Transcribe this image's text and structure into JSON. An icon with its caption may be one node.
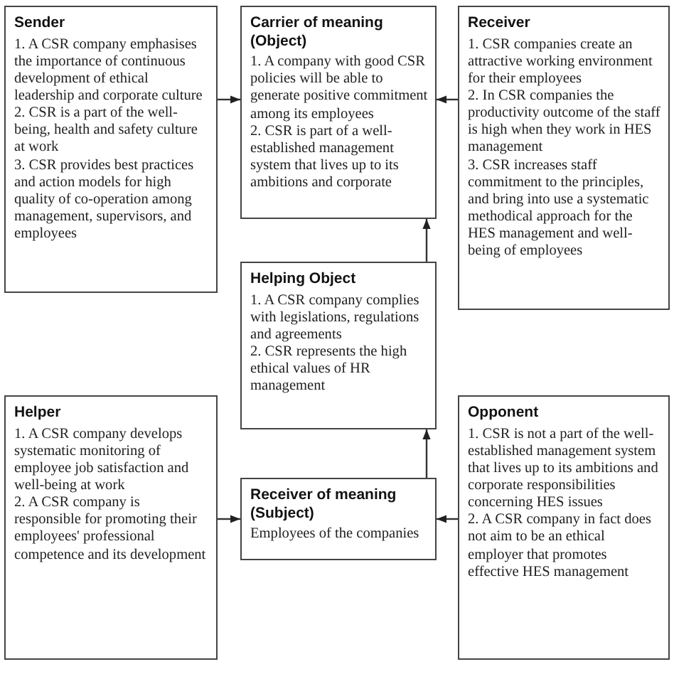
{
  "diagram": {
    "nodes": [
      {
        "text": [
          "Sender",
          "1. A CSR company emphasises the importance of continuous development of ethical leadership and corporate culture",
          "2. CSR is a part of the well-being, health and safety culture at work",
          "3. CSR provides best practices and action models for high quality of co-operation among management, supervisors, and employees"
        ]
      },
      {
        "text": [
          "Carrier of meaning (Object)",
          "1. A company with good CSR policies will be able to generate positive commitment among its employees",
          "2. CSR is part of a well-established management system that lives up to its ambitions and corporate"
        ]
      },
      {
        "text": [
          "Receiver",
          "1. CSR companies create an attractive working environment for their employees",
          "2. In CSR companies the productivity outcome of the staff is high when they work in HES management",
          "3. CSR increases staff commitment to the principles, and bring into use a systematic methodical approach for the HES management and well-being of employees"
        ]
      },
      {
        "text": [
          "Helping Object",
          "1. A CSR company complies with legislations, regulations and agreements",
          "2. CSR represents the high ethical values of HR management"
        ]
      },
      {
        "text": [
          "Helper",
          "1. A CSR company develops systematic monitoring of employee job satisfaction and well-being at work",
          "2. A CSR company is responsible for promoting their employees' professional competence and its development"
        ]
      },
      {
        "text": [
          "Receiver of meaning (Subject)",
          "Employees of the companies"
        ]
      },
      {
        "text": [
          "Opponent",
          "1. CSR is not a part of the well-established management system that lives up to its ambitions and corporate responsibilities concerning HES issues",
          "2. A CSR company in fact does not aim to be an ethical employer that promotes effective HES management"
        ]
      }
    ],
    "edges": [
      {
        "from": 0,
        "to": 1,
        "arrow": "to"
      },
      {
        "from": 2,
        "to": 1,
        "arrow": "to"
      },
      {
        "from": 3,
        "to": 1,
        "arrow": "to"
      },
      {
        "from": 4,
        "to": 5,
        "arrow": "to"
      },
      {
        "from": 6,
        "to": 5,
        "arrow": "to"
      },
      {
        "from": 5,
        "to": 3,
        "arrow": "to"
      }
    ]
  }
}
